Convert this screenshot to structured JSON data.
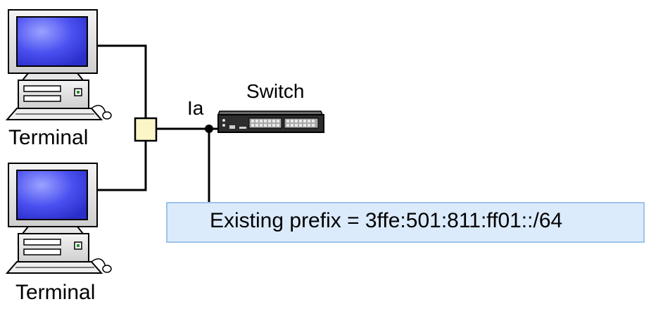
{
  "labels": {
    "terminal_top": "Terminal",
    "terminal_bottom": "Terminal",
    "interface": "Ia",
    "switch": "Switch",
    "existing_prefix": "Existing prefix = 3ffe:501:811:ff01::/64"
  },
  "icons": {
    "terminal": "desktop-computer-icon",
    "hub": "hub-icon",
    "switch": "network-switch-icon"
  },
  "colors": {
    "monitor_screen": "#3f41e6",
    "prefix_box_fill": "#dcebfb",
    "prefix_box_border": "#9ec3ea",
    "hub_fill": "#fbf5c8",
    "switch_body": "#2d2d2d"
  }
}
